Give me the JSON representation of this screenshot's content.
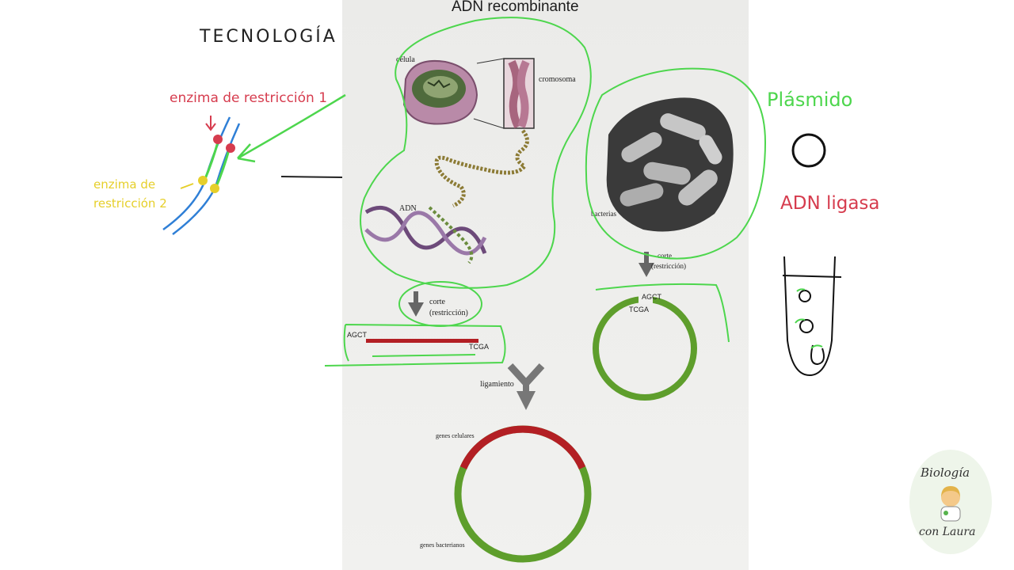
{
  "left_notes": {
    "title": "TECNOLOGÍA",
    "enzyme1": "enzima de restricción 1",
    "enzyme2_line1": "enzima de",
    "enzyme2_line2": "restricción 2"
  },
  "right_notes": {
    "plasmid": "Plásmido",
    "ligase": "ADN ligasa"
  },
  "figure": {
    "title": "ADN recombinante",
    "cell_label": "célula",
    "chromosome_label": "cromosoma",
    "dna_label": "ADN",
    "bacteria_label": "bacterias",
    "cut_label_1": "corte",
    "cut_label_2": "(restricción)",
    "agct": "AGCT",
    "tcga": "TCGA",
    "ligation_label": "ligamiento",
    "cell_genes_label": "genes celulares",
    "bacterial_genes_label": "genes bacterianos"
  },
  "logo": {
    "line1": "Biología",
    "line2": "con Laura"
  },
  "colors": {
    "annotation_green": "#4dd64d",
    "annotation_red": "#d63c4e",
    "annotation_yellow": "#e6cf2a",
    "annotation_blue": "#2f7fd6",
    "plasmid_green": "#5e9e2c",
    "insert_red": "#b31f24"
  }
}
